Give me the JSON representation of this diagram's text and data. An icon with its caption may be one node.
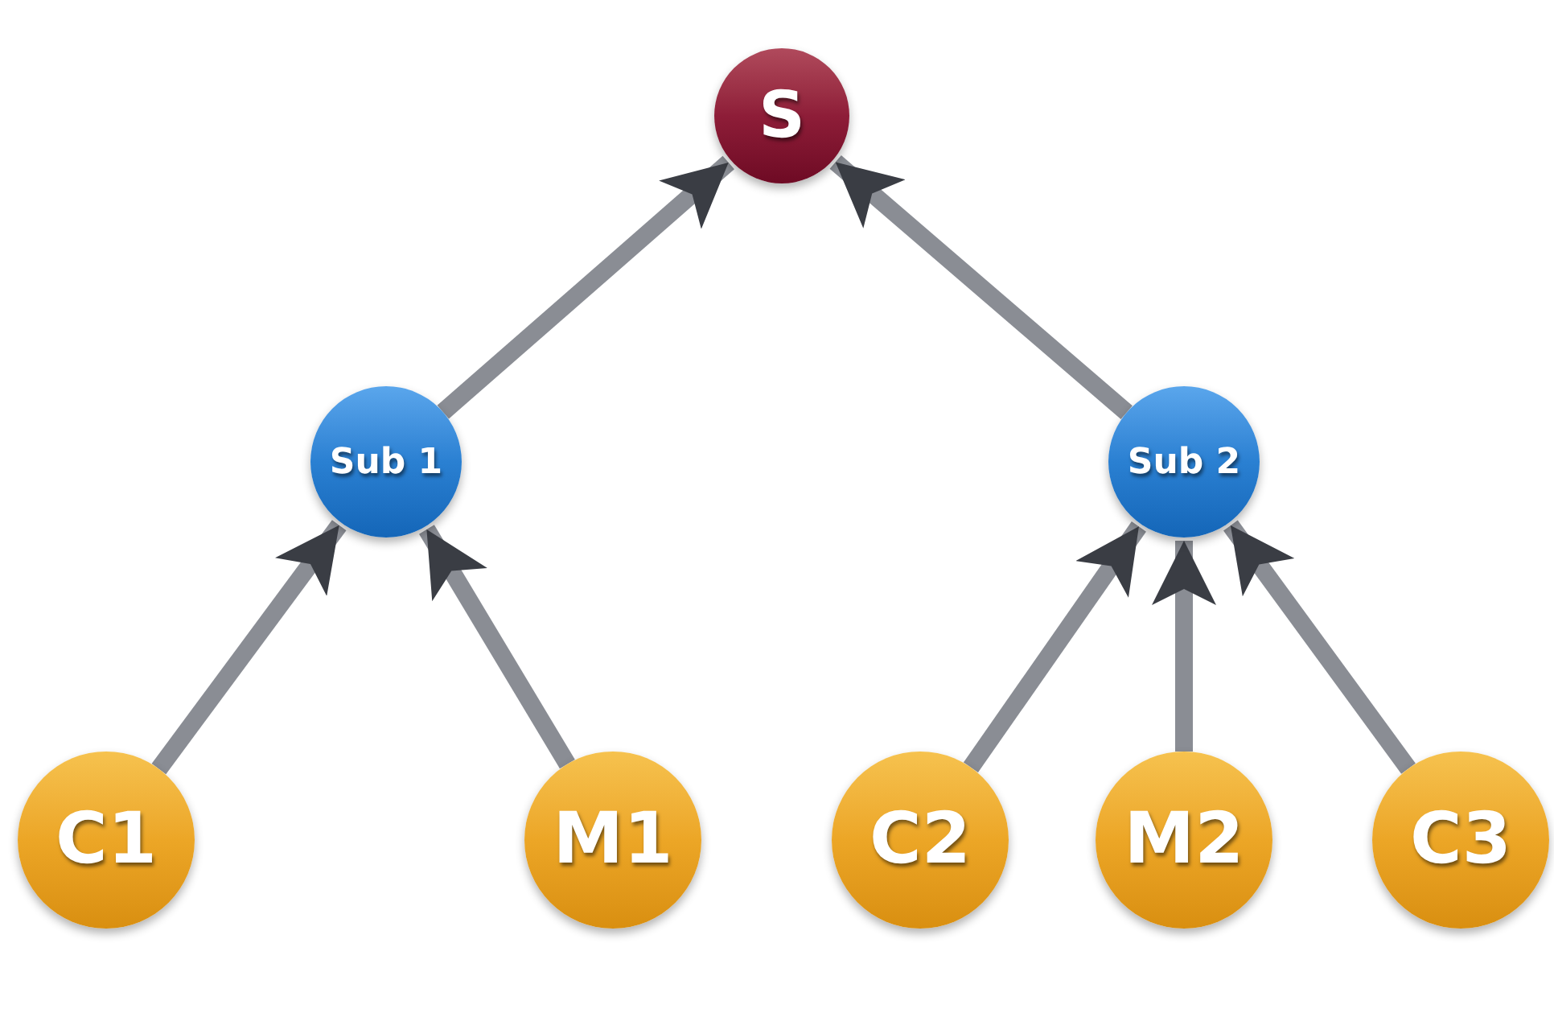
{
  "diagram": {
    "nodes": [
      {
        "text": [
          "S"
        ]
      },
      {
        "text": [
          "Sub 1"
        ]
      },
      {
        "text": [
          "Sub 2"
        ]
      },
      {
        "text": [
          "C1"
        ]
      },
      {
        "text": [
          "M1"
        ]
      },
      {
        "text": [
          "C2"
        ]
      },
      {
        "text": [
          "M2"
        ]
      },
      {
        "text": [
          "C3"
        ]
      }
    ],
    "edges": [
      {
        "from": 1,
        "to": 0,
        "arrow": "to"
      },
      {
        "from": 2,
        "to": 0,
        "arrow": "to"
      },
      {
        "from": 3,
        "to": 1,
        "arrow": "to"
      },
      {
        "from": 4,
        "to": 1,
        "arrow": "to"
      },
      {
        "from": 5,
        "to": 2,
        "arrow": "to"
      },
      {
        "from": 6,
        "to": 2,
        "arrow": "to"
      },
      {
        "from": 7,
        "to": 2,
        "arrow": "to"
      }
    ]
  }
}
